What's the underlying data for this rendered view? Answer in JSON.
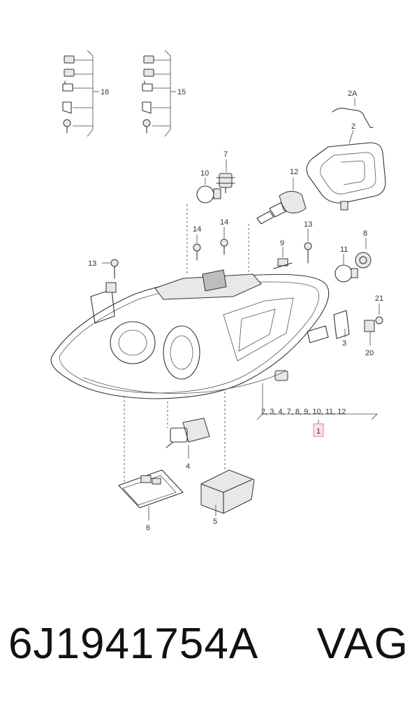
{
  "callouts": {
    "c16": "16",
    "c15": "15",
    "c2a": "2A",
    "c2": "2",
    "c7": "7",
    "c10": "10",
    "c12": "12",
    "c14a": "14",
    "c14b": "14",
    "c13a": "13",
    "c13b": "13",
    "c8": "8",
    "c9": "9",
    "c11": "11",
    "c21": "21",
    "c3": "3",
    "c20": "20",
    "c4": "4",
    "c6": "6",
    "c5": "5",
    "c1": "1"
  },
  "assembly_list": "2, 3, 4, 7, 8, 9, 10, 11, 12",
  "footer": {
    "part_number": "6J1941754A",
    "brand": "VAG"
  },
  "colors": {
    "highlight_fill": "#fbe3e3",
    "highlight_stroke": "#d68a8a",
    "line": "#333333"
  }
}
